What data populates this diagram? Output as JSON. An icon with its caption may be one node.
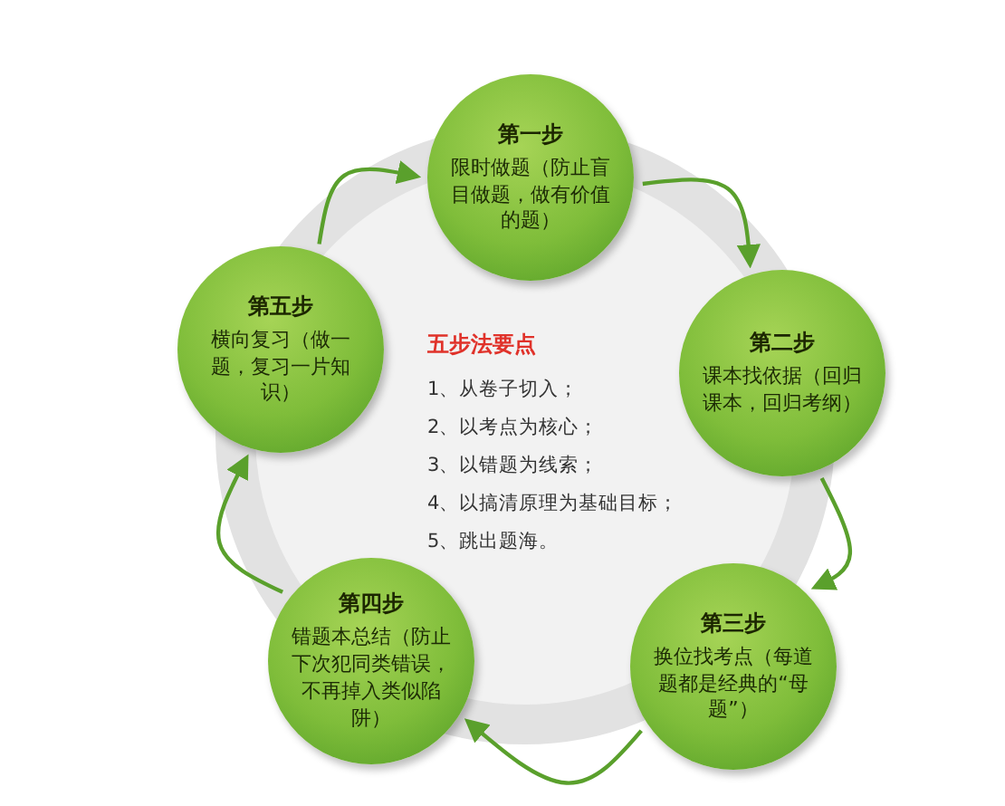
{
  "diagram": {
    "nodes": [
      {
        "text": [
          "第一步",
          "限时做题（防止盲目做题，做有价值的题）"
        ]
      },
      {
        "text": [
          "第二步",
          "课本找依据（回归课本，回归考纲）"
        ]
      },
      {
        "text": [
          "第三步",
          "换位找考点（每道题都是经典的“母题”）"
        ]
      },
      {
        "text": [
          "第四步",
          "错题本总结（防止下次犯同类错误，不再掉入类似陷阱）"
        ]
      },
      {
        "text": [
          "第五步",
          "横向复习（做一题，复习一片知识）"
        ]
      }
    ],
    "edges": [
      {
        "from": 4,
        "to": 0,
        "arrow": "to"
      },
      {
        "from": 0,
        "to": 1,
        "arrow": "to"
      },
      {
        "from": 1,
        "to": 2,
        "arrow": "to"
      },
      {
        "from": 2,
        "to": 3,
        "arrow": "to"
      },
      {
        "from": 3,
        "to": 4,
        "arrow": "to"
      }
    ],
    "labels": [
      "五步法要点",
      "1、从卷子切入；",
      "2、以考点为核心；",
      "3、以错题为线索；",
      "4、以搞清原理为基础目标；",
      "5、跳出题海。"
    ]
  }
}
